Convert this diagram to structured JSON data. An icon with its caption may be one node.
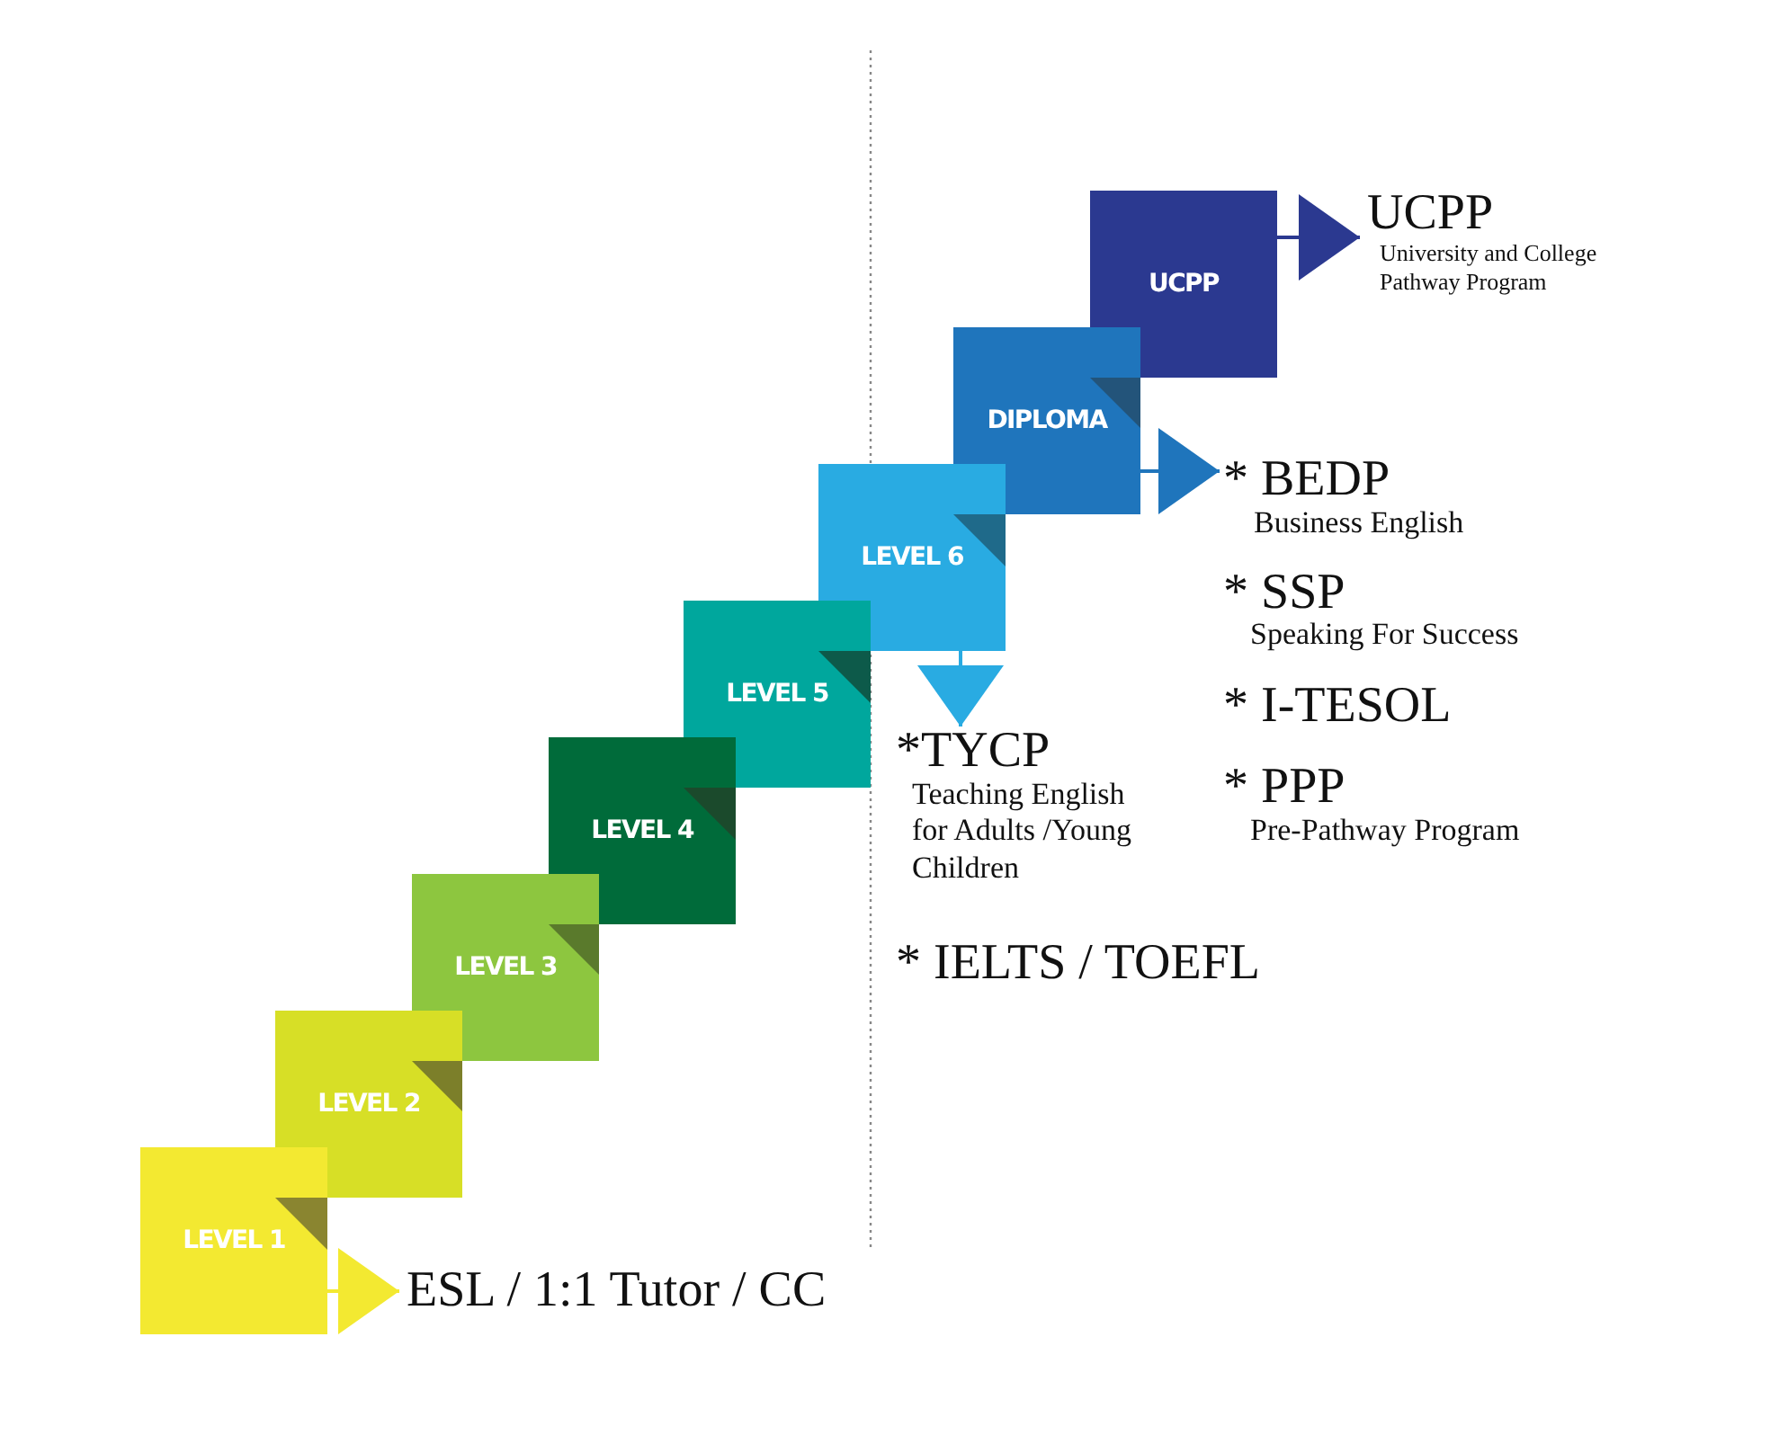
{
  "diagram": {
    "nodes": [
      {
        "text": [
          "LEVEL 1"
        ]
      },
      {
        "text": [
          "LEVEL 2"
        ]
      },
      {
        "text": [
          "LEVEL 3"
        ]
      },
      {
        "text": [
          "LEVEL 4"
        ]
      },
      {
        "text": [
          "LEVEL 5"
        ]
      },
      {
        "text": [
          "LEVEL 6"
        ]
      },
      {
        "text": [
          "DIPLOMA"
        ]
      },
      {
        "text": [
          "UCPP"
        ]
      },
      {
        "text": [
          "ESL / 1:1 Tutor / CC"
        ]
      },
      {
        "text": [
          "UCPP",
          "University and College Pathway Program"
        ]
      },
      {
        "text": [
          "* BEDP",
          "Business English"
        ]
      },
      {
        "text": [
          "*TYCP",
          "Teaching English for Adults /Young Children"
        ]
      }
    ],
    "edges": [
      {
        "from": 0,
        "to": 8,
        "arrow": "to",
        "color": "#f3e931"
      },
      {
        "from": 5,
        "to": 11,
        "arrow": "to",
        "color": "#29abe2"
      },
      {
        "from": 6,
        "to": 10,
        "arrow": "to",
        "color": "#1f75bc"
      },
      {
        "from": 7,
        "to": 9,
        "arrow": "to",
        "color": "#2b3990"
      }
    ],
    "labels": [
      "* SSP",
      "Speaking For Success",
      "* I-TESOL",
      "* PPP",
      "Pre-Pathway Program",
      "* IELTS / TOEFL"
    ]
  }
}
